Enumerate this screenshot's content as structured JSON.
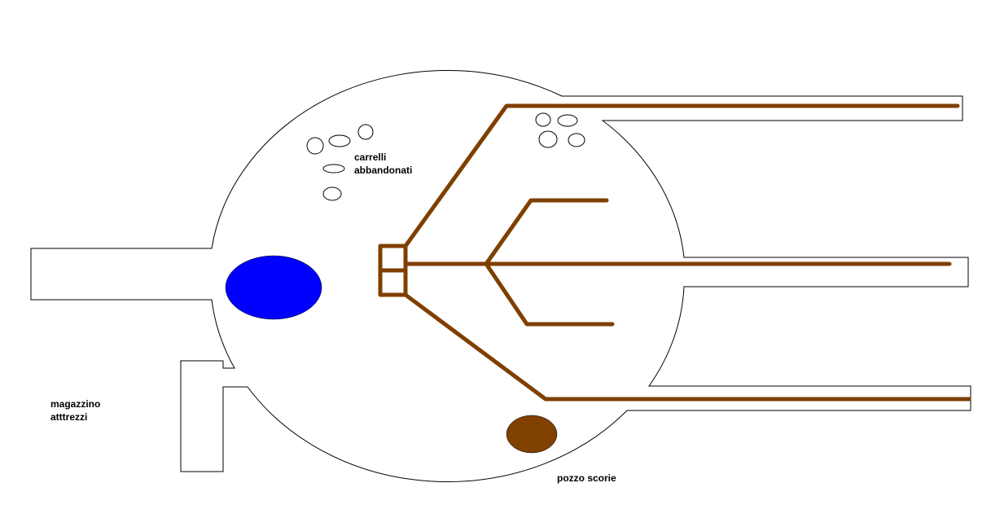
{
  "labels": {
    "carts_line1": "carrelli",
    "carts_line2": "abbandonati",
    "storage_line1": "magazzino",
    "storage_line2": "atttrezzi",
    "slag_pit": "pozzo scorie"
  },
  "colors": {
    "outline": "#000000",
    "rail": "#7F3F00",
    "water": "#0000FF",
    "slag": "#804000"
  }
}
